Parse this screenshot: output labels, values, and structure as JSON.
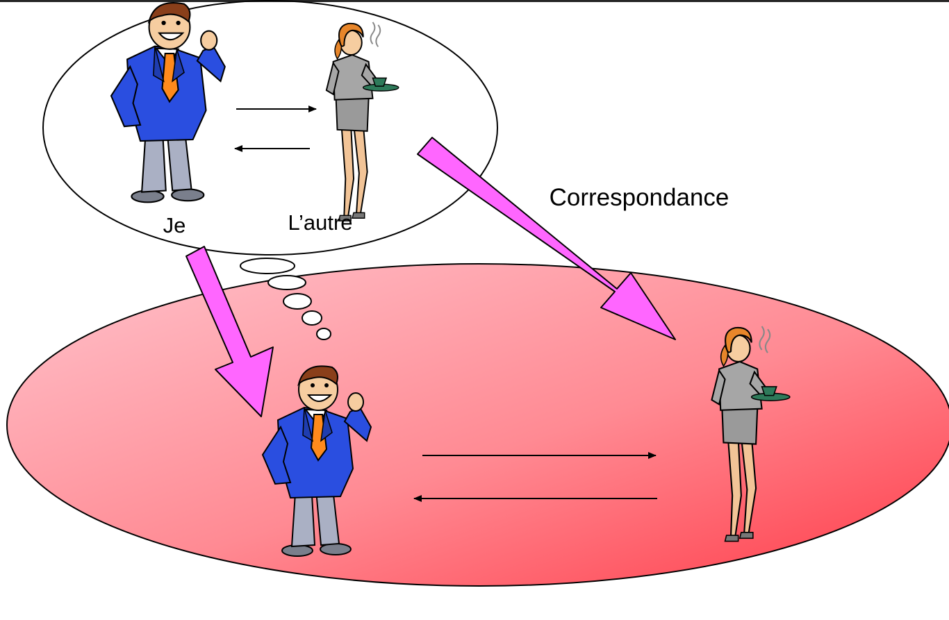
{
  "labels": {
    "je": "Je",
    "autre": "L’autre",
    "correspondance": "Correspondance"
  },
  "colors": {
    "arrow_fill": "#ff66ff",
    "ground_light": "#ffc3cc",
    "ground_dark": "#ff3a47",
    "man_suit": "#2a4ee0",
    "man_tie": "#ff8a1c",
    "man_trousers": "#aab0c4",
    "woman_suit": "#a6a6a6",
    "woman_hair": "#e8862a",
    "skin": "#f6cda0"
  },
  "icons": {
    "man": "man-in-suit-figure",
    "woman": "woman-with-coffee-figure"
  }
}
